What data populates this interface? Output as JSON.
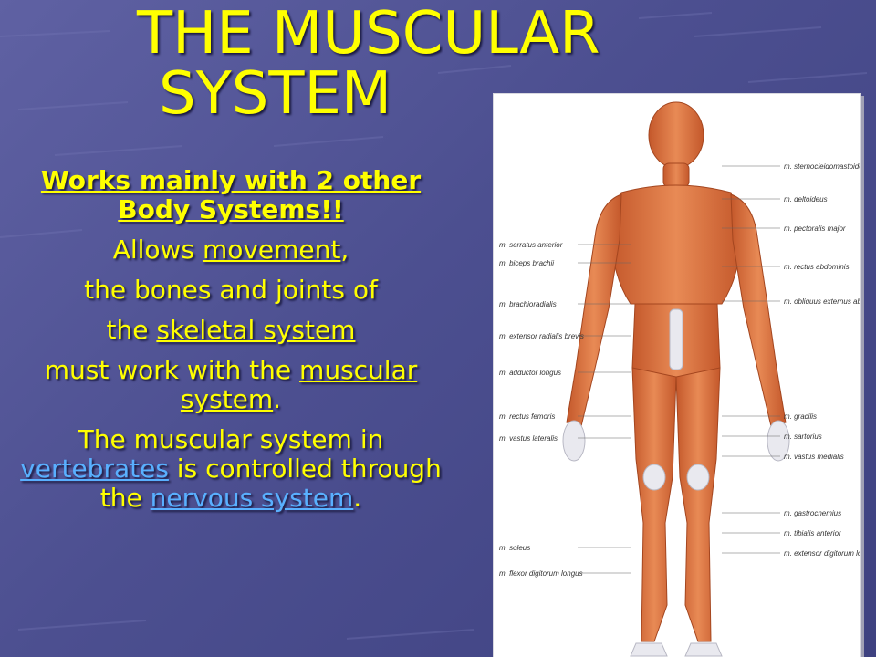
{
  "title": {
    "line1": "THE MUSCULAR",
    "line2": "SYSTEM"
  },
  "content": {
    "heading": "Works mainly with 2 other Body Systems!!",
    "lines": [
      {
        "parts": [
          {
            "text": "Allows "
          },
          {
            "text": "movement",
            "underline": true
          },
          {
            "text": ","
          }
        ]
      },
      {
        "parts": [
          {
            "text": "the bones and joints of"
          }
        ]
      },
      {
        "parts": [
          {
            "text": "the "
          },
          {
            "text": "skeletal system",
            "underline": true
          }
        ]
      },
      {
        "parts": [
          {
            "text": "must work with the "
          },
          {
            "text": "muscular system",
            "underline": true
          },
          {
            "text": "."
          }
        ]
      },
      {
        "parts": [
          {
            "text": "The muscular system in "
          },
          {
            "text": "vertebrates",
            "link": true
          },
          {
            "text": " is controlled through the "
          },
          {
            "text": "nervous system",
            "link": true
          },
          {
            "text": "."
          }
        ]
      }
    ]
  },
  "figure_labels": {
    "left": [
      "m. serratus anterior",
      "m. biceps brachii",
      "m. brachioradialis",
      "m. extensor radialis brevis",
      "m. adductor longus",
      "m. rectus femoris",
      "m. vastus lateralis",
      "m. soleus",
      "m. flexor digitorum longus"
    ],
    "right": [
      "m. sternocleidomastoideus",
      "m. deltoideus",
      "m. pectoralis major",
      "m. rectus abdominis",
      "m. obliquus externus abdominis",
      "m. gracilis",
      "m. sartorius",
      "m. vastus medialis",
      "m. gastrocnemius",
      "m. tibialis anterior",
      "m. extensor digitorum longus"
    ]
  },
  "colors": {
    "background": "#4c4f90",
    "text": "#ffff00",
    "link": "#59b0ff",
    "muscle": "#d9703a"
  }
}
